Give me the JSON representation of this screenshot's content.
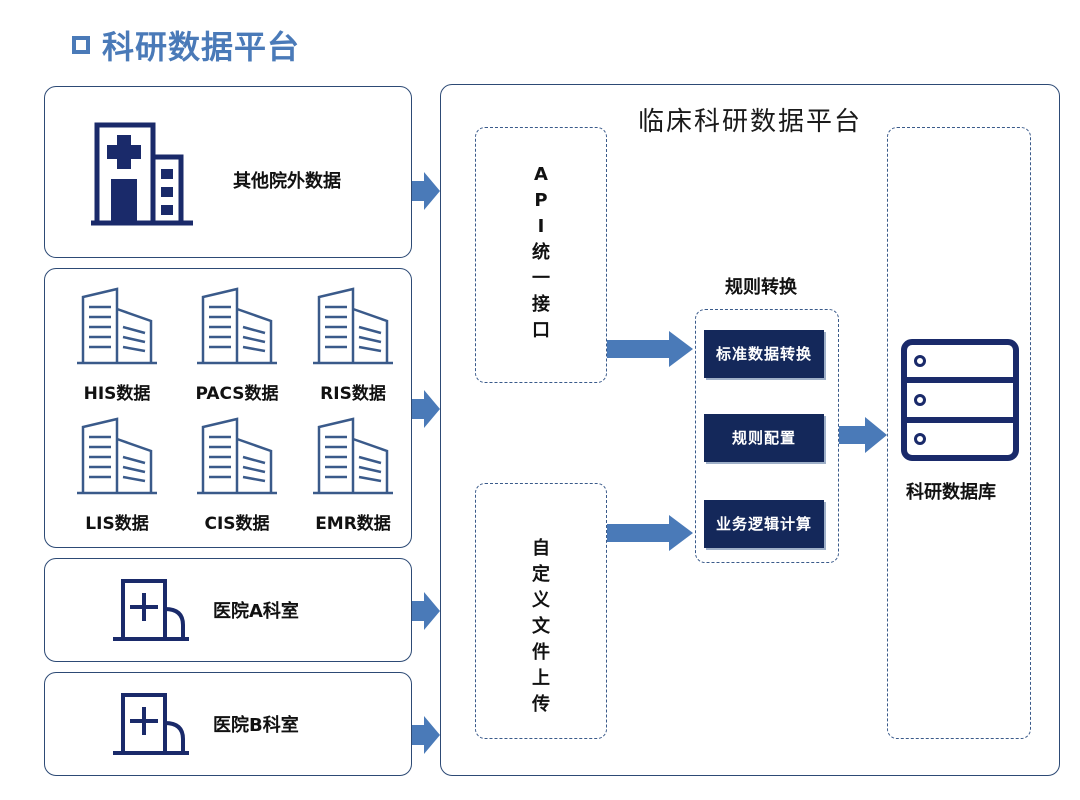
{
  "page": {
    "title": "科研数据平台"
  },
  "sources": {
    "external": {
      "label": "其他院外数据"
    },
    "systems": [
      {
        "label": "HIS数据"
      },
      {
        "label": "PACS数据"
      },
      {
        "label": "RIS数据"
      },
      {
        "label": "LIS数据"
      },
      {
        "label": "CIS数据"
      },
      {
        "label": "EMR数据"
      }
    ],
    "dept_a": {
      "label": "医院A科室"
    },
    "dept_b": {
      "label": "医院B科室"
    }
  },
  "platform": {
    "title": "临床科研数据平台",
    "api_interface": [
      "A",
      "P",
      "I",
      "统",
      "一",
      "接",
      "口"
    ],
    "custom_upload": [
      "自",
      "定",
      "义",
      "文",
      "件",
      "上",
      "传"
    ],
    "rules": {
      "title": "规则转换",
      "items": [
        "标准数据转换",
        "规则配置",
        "业务逻辑计算"
      ]
    },
    "database": {
      "label": "科研数据库"
    }
  },
  "colors": {
    "accent": "#4a7ab8",
    "navy": "#14285a",
    "border": "#2d4a75"
  }
}
